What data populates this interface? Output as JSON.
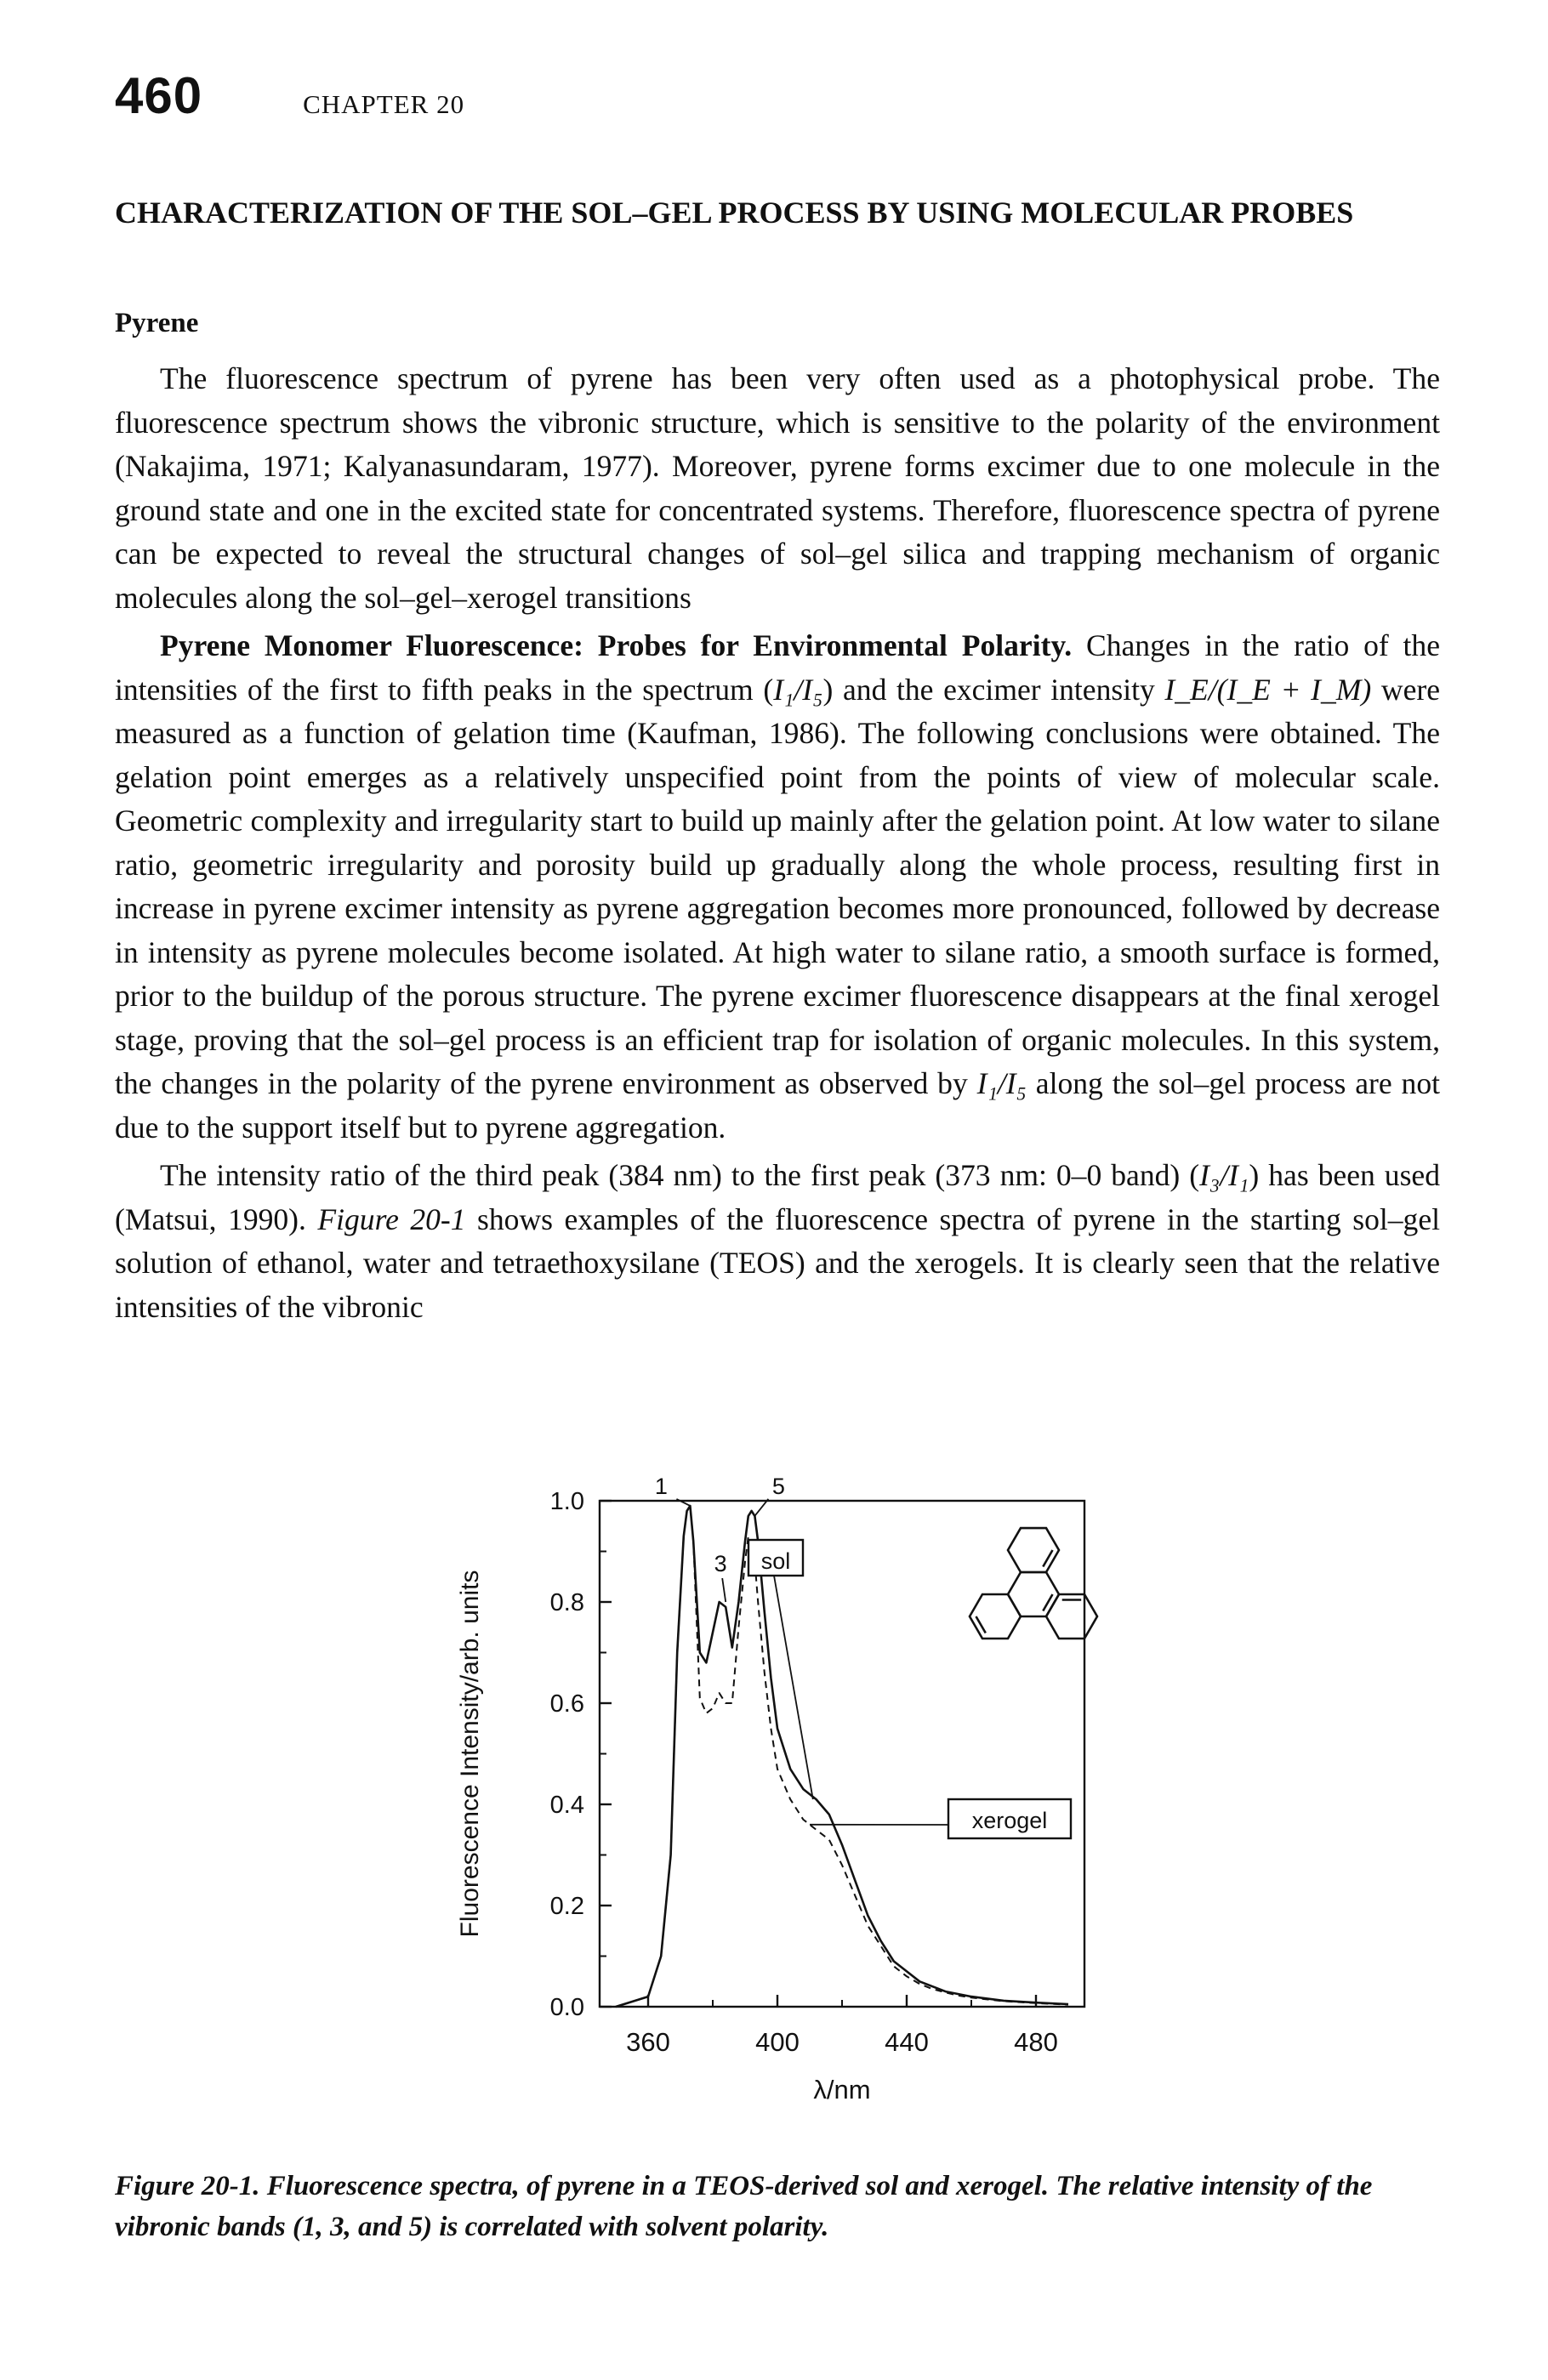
{
  "header": {
    "page_number": "460",
    "chapter": "CHAPTER 20"
  },
  "section": {
    "title": "CHARACTERIZATION OF THE SOL–GEL PROCESS BY USING MOLECULAR PROBES"
  },
  "subsection": {
    "title": "Pyrene"
  },
  "paragraphs": {
    "p1": "The fluorescence spectrum of pyrene has been very often used as a photophysical probe. The fluorescence spectrum shows the vibronic structure, which is sensitive to the polarity of the environment (Nakajima, 1971; Kalyanasundaram, 1977). Moreover, pyrene forms excimer due to one molecule in the ground state and one in the excited state for concentrated systems. Therefore, fluorescence spectra of pyrene can be expected to reveal the structural changes of sol–gel silica and trapping mechanism of organic molecules along the sol–gel–xerogel transitions",
    "p2_heading": "Pyrene Monomer Fluorescence: Probes for Environmental Polarity.",
    "p2_a": " Changes in the ratio of the intensities of the first to fifth peaks in the spectrum (",
    "p2_ratio1": "I₁/I₅",
    "p2_b": ") and the excimer intensity ",
    "p2_ratio2": "I_E/(I_E + I_M)",
    "p2_c": " were measured as a function of gelation time (Kaufman, 1986). The following conclusions were obtained. The gelation point emerges as a relatively unspecified point from the points of view of molecular scale. Geometric complexity and irregularity start to build up mainly after the gelation point. At low water to silane ratio, geometric irregularity and porosity build up gradually along the whole process, resulting first in increase in pyrene excimer intensity as pyrene aggregation becomes more pronounced, followed by decrease in intensity as pyrene molecules become isolated. At high water to silane ratio, a smooth surface is formed, prior to the buildup of the porous structure. The pyrene excimer fluorescence disappears at the final xerogel stage, proving that the sol–gel process is an efficient trap for isolation of organic molecules. In this system, the changes in the polarity of the pyrene environment as observed by ",
    "p2_ratio3": "I₁/I₅",
    "p2_d": " along the sol–gel process are not due to the support itself but to pyrene aggregation.",
    "p3_a": "The intensity ratio of the third peak (384 nm) to the first peak (373 nm: 0–0 band) (",
    "p3_ratio": "I₃/I₁",
    "p3_b": ") has been used (Matsui, 1990). ",
    "p3_figref": "Figure 20-1",
    "p3_c": " shows examples of the fluorescence spectra of pyrene in the starting sol–gel solution of ethanol, water and tetraethoxysilane (TEOS) and the xerogels. It is clearly seen that the relative intensities of the vibronic"
  },
  "chart_data": {
    "type": "line",
    "title": "",
    "xlabel": "λ/nm",
    "ylabel": "Fluorescence Intensity/arb. units",
    "xlim": [
      345,
      495
    ],
    "ylim": [
      0.0,
      1.0
    ],
    "xticks": [
      "360",
      "400",
      "440",
      "480"
    ],
    "yticks": [
      "0.0",
      "0.2",
      "0.4",
      "0.6",
      "0.8",
      "1.0"
    ],
    "peak_labels": [
      "1",
      "3",
      "5"
    ],
    "series": [
      {
        "name": "sol",
        "style": "solid",
        "x": [
          350,
          360,
          364,
          367,
          369,
          371,
          372,
          373,
          374,
          376,
          378,
          380,
          382,
          384,
          386,
          388,
          390,
          391,
          392,
          393,
          394,
          396,
          398,
          400,
          404,
          408,
          412,
          416,
          420,
          424,
          428,
          432,
          436,
          440,
          444,
          448,
          452,
          456,
          460,
          470,
          480,
          490
        ],
        "y": [
          0.0,
          0.02,
          0.1,
          0.3,
          0.7,
          0.93,
          0.98,
          0.99,
          0.92,
          0.7,
          0.68,
          0.74,
          0.8,
          0.79,
          0.71,
          0.8,
          0.92,
          0.97,
          0.98,
          0.97,
          0.92,
          0.78,
          0.65,
          0.55,
          0.47,
          0.43,
          0.41,
          0.38,
          0.32,
          0.25,
          0.18,
          0.13,
          0.09,
          0.07,
          0.05,
          0.04,
          0.03,
          0.025,
          0.02,
          0.012,
          0.008,
          0.005
        ]
      },
      {
        "name": "xerogel",
        "style": "dashed",
        "x": [
          350,
          360,
          364,
          367,
          369,
          371,
          372,
          373,
          374,
          376,
          378,
          380,
          382,
          384,
          386,
          388,
          390,
          391,
          392,
          393,
          394,
          396,
          398,
          400,
          404,
          408,
          412,
          416,
          420,
          424,
          428,
          432,
          436,
          440,
          444,
          448,
          452,
          456,
          460,
          470,
          480,
          490
        ],
        "y": [
          0.0,
          0.02,
          0.1,
          0.3,
          0.7,
          0.93,
          0.98,
          0.99,
          0.92,
          0.61,
          0.58,
          0.59,
          0.62,
          0.6,
          0.6,
          0.75,
          0.88,
          0.93,
          0.92,
          0.88,
          0.8,
          0.66,
          0.55,
          0.47,
          0.41,
          0.37,
          0.35,
          0.33,
          0.28,
          0.22,
          0.16,
          0.12,
          0.08,
          0.06,
          0.045,
          0.035,
          0.028,
          0.022,
          0.018,
          0.011,
          0.007,
          0.004
        ]
      }
    ],
    "annotations": [
      "sol",
      "xerogel"
    ]
  },
  "caption": {
    "label": "Figure 20-1.",
    "text": " Fluorescence spectra, of pyrene in a TEOS-derived sol and xerogel. The relative intensity of the vibronic bands (1, 3, and 5) is correlated with solvent polarity."
  }
}
